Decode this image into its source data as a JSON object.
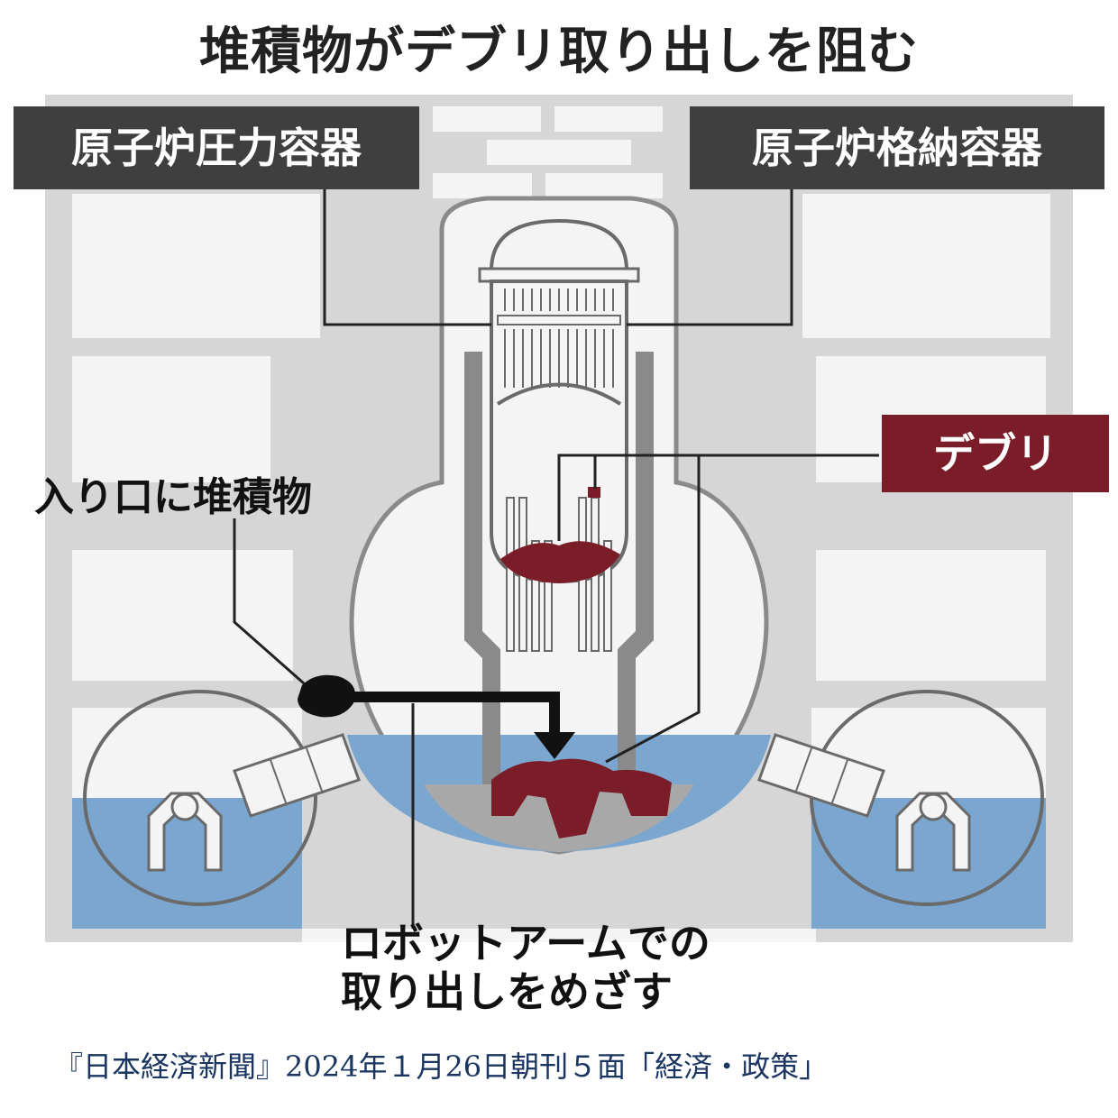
{
  "title": "堆積物がデブリ取り出しを阻む",
  "labels": {
    "pressure_vessel": "原子炉圧力容器",
    "containment_vessel": "原子炉格納容器",
    "debris": "デブリ",
    "entrance_deposits": "入り口に堆積物",
    "robot_arm_line1": "ロボットアームでの",
    "robot_arm_line2": "取り出しをめざす"
  },
  "caption": "『日本経済新聞』2024年１月26日朝刊５面「経済・政策」",
  "colors": {
    "building_gray": "#d6d6d6",
    "inner_fill": "#f4f4f4",
    "label_dark": "#3f3f3f",
    "debris_red": "#7b1d28",
    "water_blue": "#7aa6cf",
    "structure_gray": "#8a8a8a",
    "caption_blue": "#1a3560"
  }
}
